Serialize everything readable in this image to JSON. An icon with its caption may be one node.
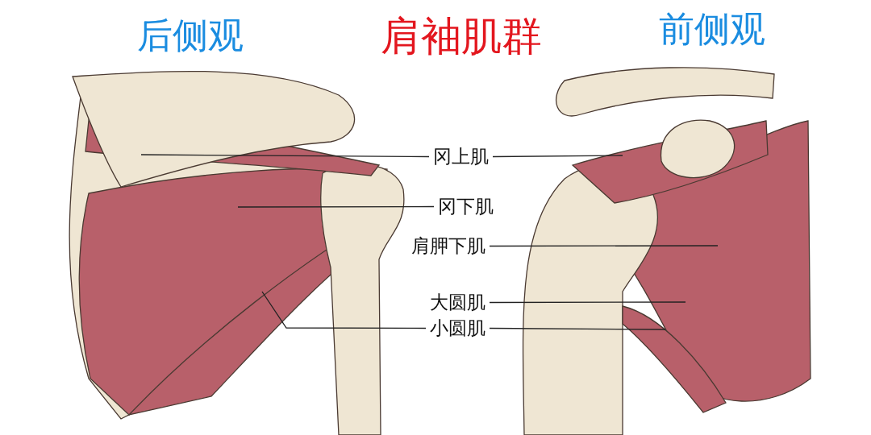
{
  "diagram": {
    "title": "肩袖肌群",
    "nodes": [
      {
        "text": [
          "冈上肌"
        ]
      },
      {
        "text": [
          "冈下肌"
        ]
      },
      {
        "text": [
          "肩胛下肌"
        ]
      },
      {
        "text": [
          "大圆肌"
        ]
      },
      {
        "text": [
          "小圆肌"
        ]
      }
    ],
    "edges": [
      {
        "from": 0,
        "to": null,
        "arrow": "none"
      },
      {
        "from": 0,
        "to": null,
        "arrow": "none"
      },
      {
        "from": 1,
        "to": null,
        "arrow": "none"
      },
      {
        "from": 2,
        "to": null,
        "arrow": "none"
      },
      {
        "from": 3,
        "to": null,
        "arrow": "none"
      },
      {
        "from": 4,
        "to": null,
        "arrow": "none"
      },
      {
        "from": 4,
        "to": null,
        "arrow": "none"
      }
    ],
    "labels": [
      "后侧观",
      "前侧观"
    ]
  }
}
